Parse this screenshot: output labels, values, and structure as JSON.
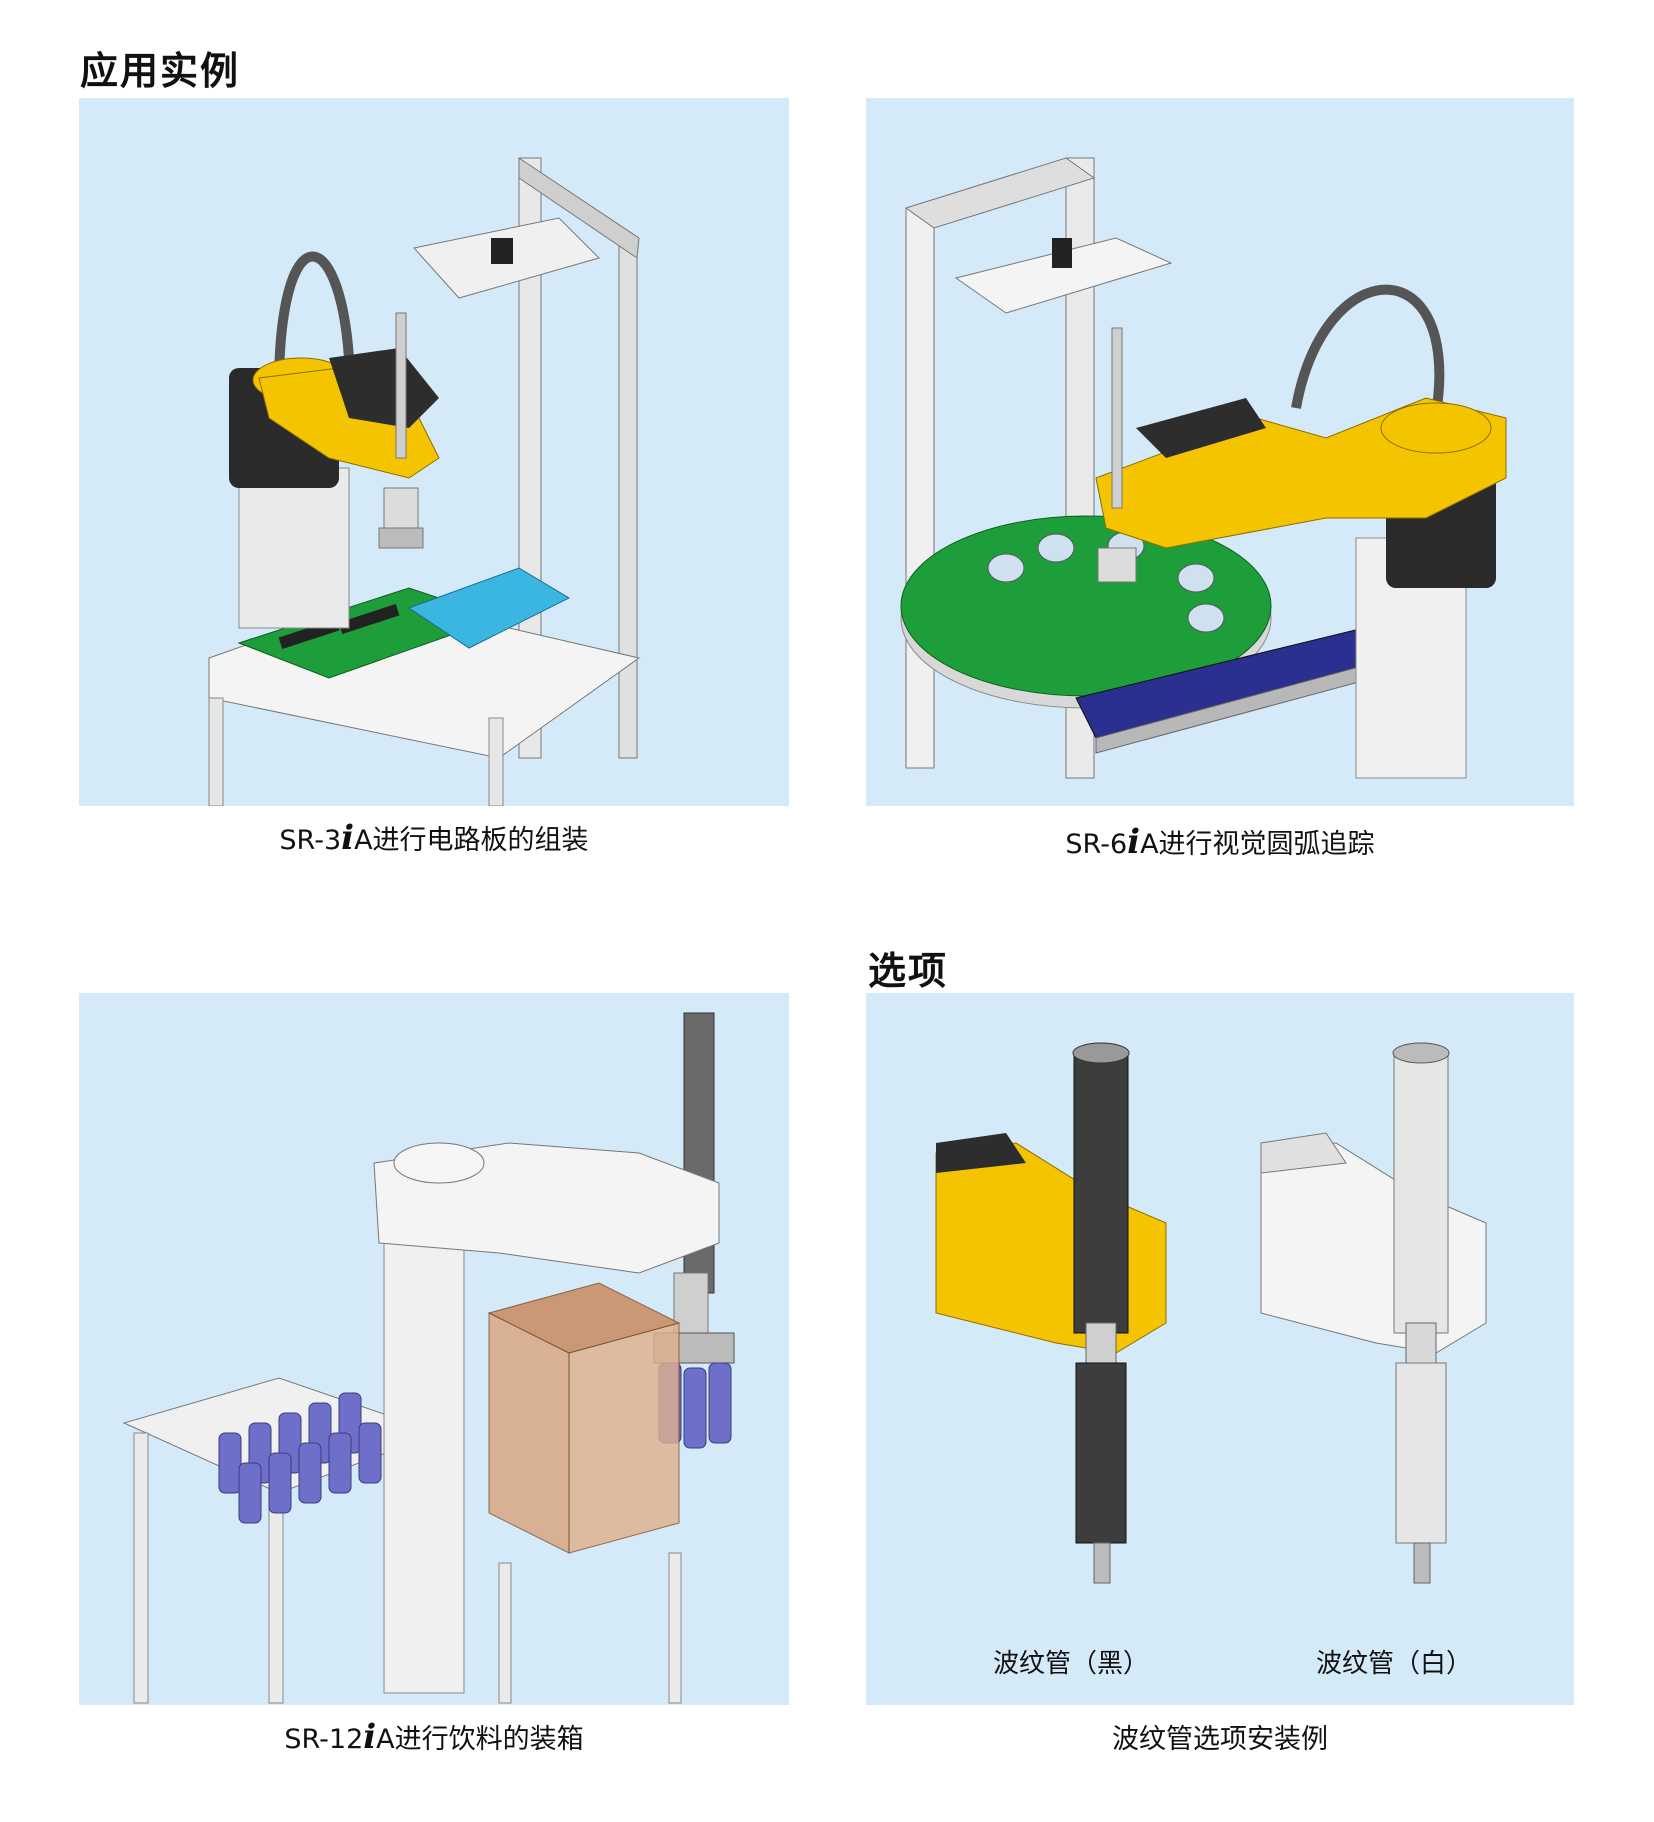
{
  "sections": {
    "applications_title": "应用实例",
    "options_title": "选项"
  },
  "panels": [
    {
      "caption_prefix": "SR-3",
      "caption_italic": "i",
      "caption_suffix": "A进行电路板的组装"
    },
    {
      "caption_prefix": "SR-6",
      "caption_italic": "i",
      "caption_suffix": "A进行视觉圆弧追踪"
    },
    {
      "caption_prefix": "SR-12",
      "caption_italic": "i",
      "caption_suffix": "A进行饮料的装箱"
    },
    {
      "caption": "波纹管选项安装例",
      "labels": [
        "波纹管（黑）",
        "波纹管（白）"
      ]
    }
  ],
  "colors": {
    "panel_bg": "#d5eaf8",
    "robot_yellow": "#f5c400",
    "robot_white": "#f2f2f2",
    "pcb_green": "#1e9e3a",
    "conveyor_blue": "#2b2f8f"
  }
}
